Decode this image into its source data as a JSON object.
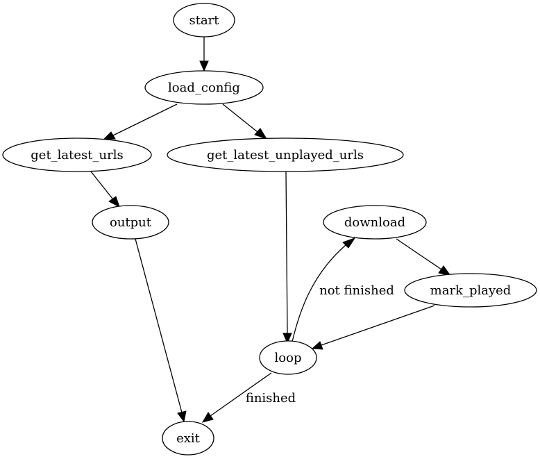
{
  "diagram": {
    "nodes": {
      "start": "start",
      "load_config": "load_config",
      "get_latest_urls": "get_latest_urls",
      "get_latest_unplayed_urls": "get_latest_unplayed_urls",
      "output": "output",
      "download": "download",
      "mark_played": "mark_played",
      "loop": "loop",
      "exit": "exit"
    },
    "edge_labels": {
      "not_finished": "not finished",
      "finished": "finished"
    },
    "colors": {
      "stroke": "#000000",
      "fill": "#ffffff",
      "text": "#000000"
    }
  }
}
